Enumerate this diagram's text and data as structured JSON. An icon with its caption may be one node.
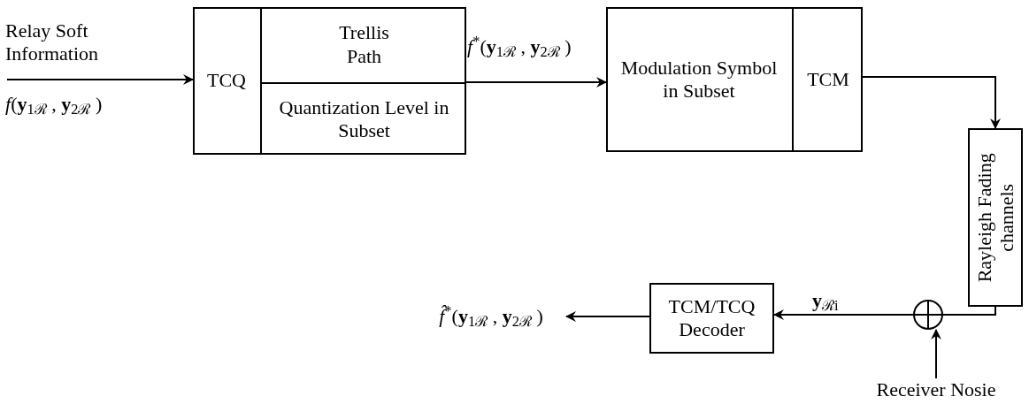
{
  "diagram": {
    "nodes": [
      {
        "text": [],
        "shape": "box"
      },
      {
        "text": [
          "TCQ"
        ],
        "in": 0
      },
      {
        "text": [
          "Trellis Path"
        ],
        "in": 0
      },
      {
        "text": [
          "Quantization Level in Subset"
        ],
        "in": 0
      },
      {
        "text": [],
        "shape": "box"
      },
      {
        "text": [
          "Modulation Symbol in Subset"
        ],
        "in": 4
      },
      {
        "text": [
          "TCM"
        ],
        "in": 4
      },
      {
        "text": [
          "Rayleigh Fading channels"
        ]
      },
      {
        "text": [],
        "shape": "circle"
      },
      {
        "text": [
          "TCM/TCQ Decoder"
        ]
      },
      {
        "text": [
          "Receiver Nosie"
        ]
      },
      {
        "text": [
          "*f̂*$^{*}$(**y**$_{1ℛ}$ , **y**$_{2ℛ}$ )"
        ]
      }
    ],
    "edges": [
      {
        "from": null,
        "to": 0,
        "arrow": "to",
        "label": "Relay Soft Information"
      },
      {
        "from": 0,
        "to": 4,
        "arrow": "to",
        "label": "*f*$^{*}$(**y**$_{1ℛ}$ , **y**$_{2ℛ}$ )"
      },
      {
        "from": 4,
        "to": 7,
        "arrow": "to"
      },
      {
        "from": 7,
        "to": 8,
        "arrow": "none"
      },
      {
        "from": 8,
        "to": 9,
        "arrow": "to",
        "label": "**y**$_{ℛi}$"
      },
      {
        "from": 10,
        "to": 8,
        "arrow": "to"
      },
      {
        "from": 9,
        "to": 11,
        "arrow": "to"
      }
    ],
    "labels": [
      "*f*(**y**$_{1ℛ}$ , **y**$_{2ℛ}$ )"
    ]
  }
}
